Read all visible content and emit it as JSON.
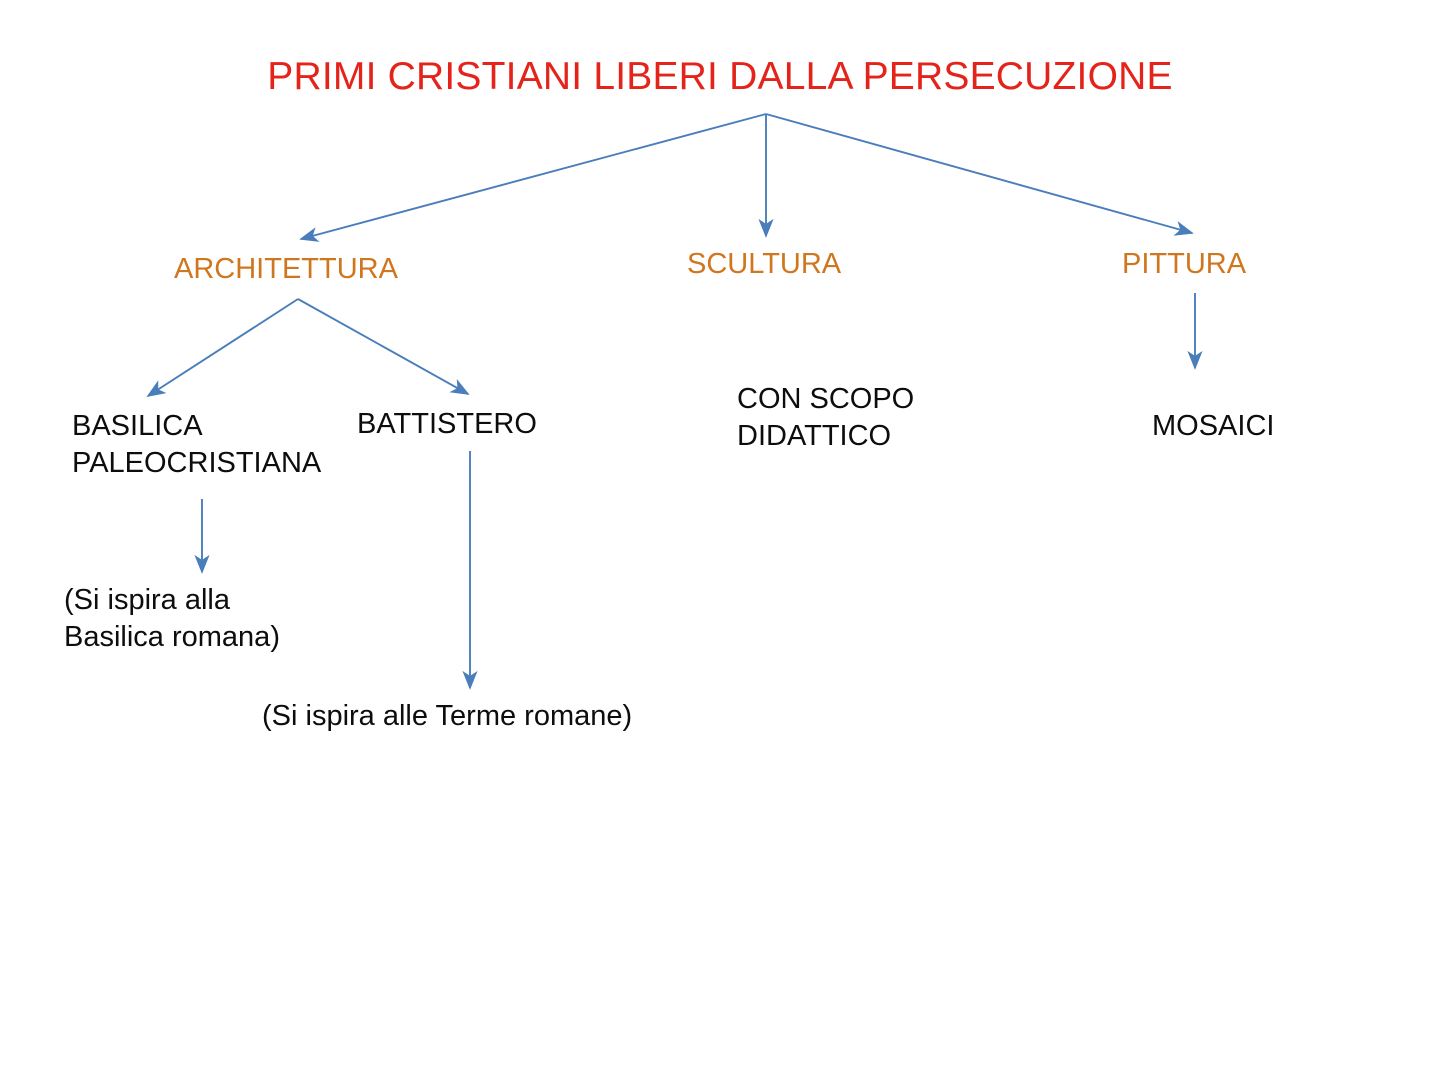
{
  "slide": {
    "background": "#ffffff",
    "title": "PRIMI CRISTIANI LIBERI DALLA PERSECUZIONE",
    "title_color": "#e4241b",
    "branch_color": "#d0761f",
    "leaf_color": "#0d0d0d",
    "arrow_color": "#4a7ebb"
  },
  "branches": [
    {
      "label": "ARCHITETTURA"
    },
    {
      "label": "SCULTURA"
    },
    {
      "label": "PITTURA"
    }
  ],
  "leaves": [
    {
      "label": "BASILICA\nPALEOCRISTIANA"
    },
    {
      "label": "BATTISTERO"
    },
    {
      "label": "CON SCOPO\nDIDATTICO"
    },
    {
      "label": "MOSAICI"
    }
  ],
  "notes": [
    {
      "label": "(Si ispira alla\nBasilica romana)"
    },
    {
      "label": "(Si ispira alle Terme romane)"
    }
  ]
}
